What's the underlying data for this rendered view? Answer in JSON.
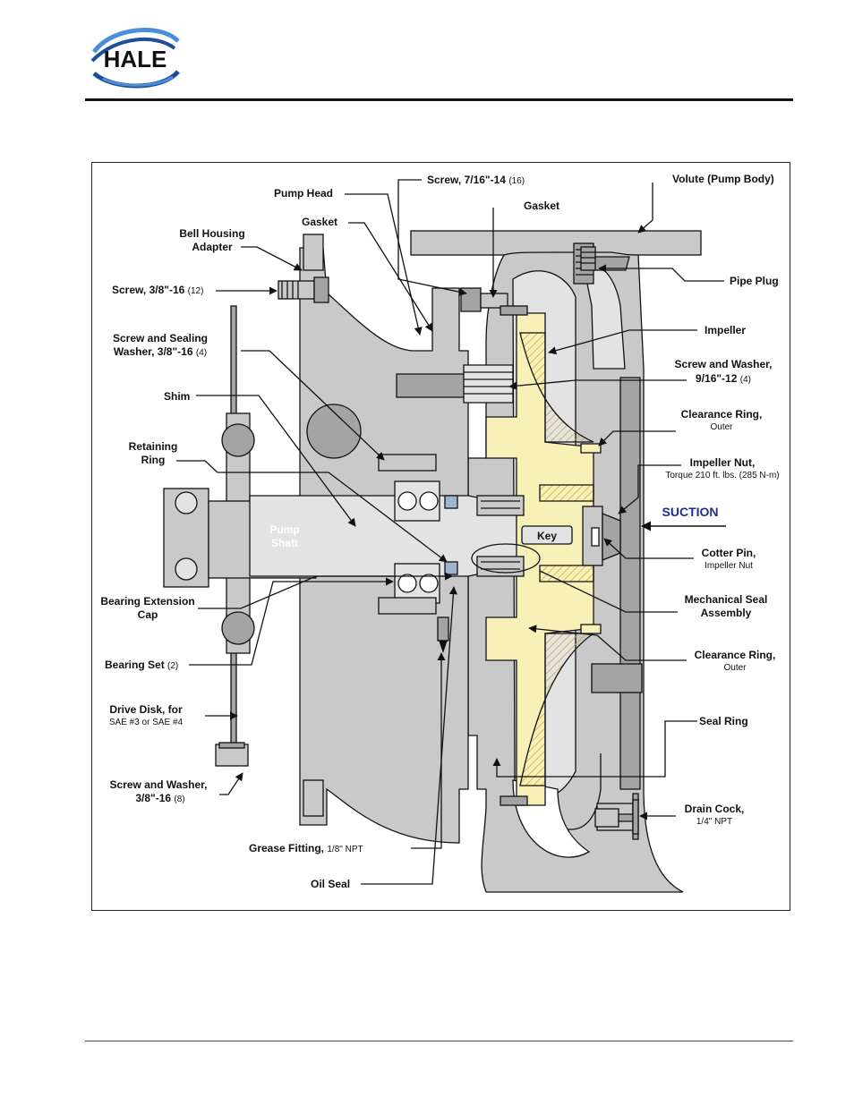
{
  "header": {
    "logo_text": "HALE",
    "brand_colors": {
      "arc_dark": "#1f4f9c",
      "arc_light": "#4d8fd6",
      "text": "#111111"
    }
  },
  "diagram": {
    "colors": {
      "body_gray": "#c9c9c9",
      "dark_gray": "#a4a4a4",
      "light_gray": "#e3e3e3",
      "impeller_yellow": "#f7f1b8",
      "seal_blue": "#9fb5cf",
      "suction_blue": "#1f2e8c"
    },
    "labels": {
      "screw_7_16": {
        "main": "Screw, 7/16\"-14",
        "sub": "(16)"
      },
      "volute": {
        "main": "Volute (Pump Body)"
      },
      "pump_head": {
        "main": "Pump Head"
      },
      "gasket_top": {
        "main": "Gasket"
      },
      "gasket_left": {
        "main": "Gasket"
      },
      "bell_housing": {
        "line1": "Bell Housing",
        "line2": "Adapter"
      },
      "pipe_plug": {
        "main": "Pipe Plug"
      },
      "screw_3_8_12": {
        "main": "Screw, 3/8\"-16",
        "sub": "(12)"
      },
      "impeller": {
        "main": "Impeller"
      },
      "screw_sealing": {
        "line1": "Screw and Sealing",
        "line2": "Washer, 3/8\"-16",
        "sub": "(4)"
      },
      "screw_washer_9_16": {
        "line1": "Screw and Washer,",
        "line2": "9/16\"-12",
        "sub": "(4)"
      },
      "shim": {
        "main": "Shim"
      },
      "clearance_ring_1": {
        "main": "Clearance Ring,",
        "sub": "Outer"
      },
      "retaining_ring": {
        "line1": "Retaining",
        "line2": "Ring"
      },
      "impeller_nut": {
        "main": "Impeller Nut,",
        "sub": "Torque 210 ft. lbs. (285 N-m)"
      },
      "suction": {
        "main": "SUCTION"
      },
      "pump_shaft": {
        "line1": "Pump",
        "line2": "Shaft"
      },
      "key": {
        "main": "Key"
      },
      "cotter_pin": {
        "main": "Cotter Pin,",
        "sub": "Impeller Nut"
      },
      "bearing_ext_cap": {
        "line1": "Bearing Extension",
        "line2": "Cap"
      },
      "mech_seal": {
        "line1": "Mechanical Seal",
        "line2": "Assembly"
      },
      "clearance_ring_2": {
        "main": "Clearance Ring,",
        "sub": "Outer"
      },
      "bearing_set": {
        "main": "Bearing Set",
        "sub": "(2)"
      },
      "drive_disk": {
        "line1": "Drive Disk, for",
        "sub": "SAE #3 or SAE #4"
      },
      "seal_ring": {
        "main": "Seal Ring"
      },
      "screw_washer_3_8": {
        "line1": "Screw and Washer,",
        "line2": "3/8\"-16",
        "sub": "(8)"
      },
      "drain_cock": {
        "main": "Drain Cock,",
        "sub": "1/4\" NPT"
      },
      "grease_fitting": {
        "main": "Grease Fitting,",
        "sub": "1/8\" NPT"
      },
      "oil_seal": {
        "main": "Oil Seal"
      }
    }
  }
}
